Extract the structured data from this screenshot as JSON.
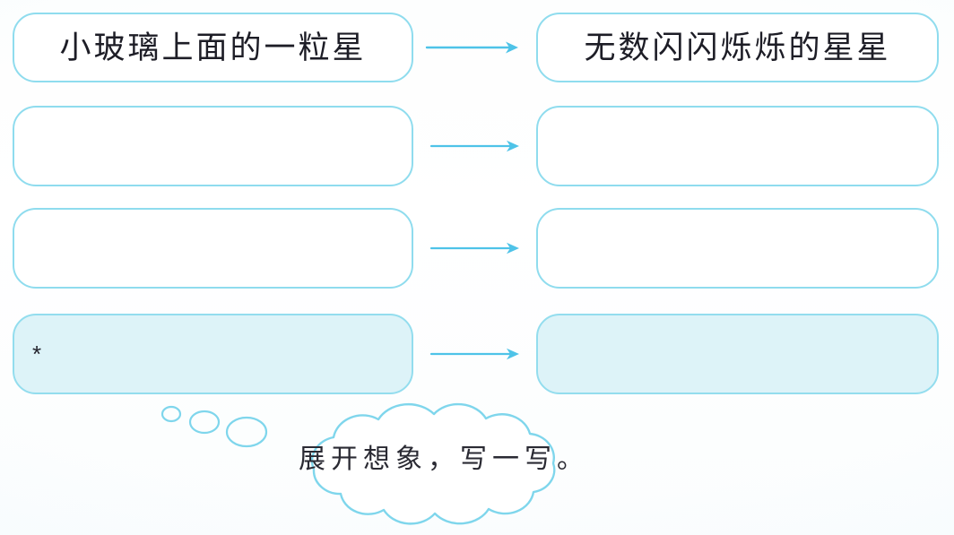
{
  "page": {
    "title": "展开想象，写一写。",
    "background_color": "#ffffff",
    "accent_color": "#8fdcee",
    "fill_color": "#ddf3f8",
    "text_color": "#1d1d26"
  },
  "rows": [
    {
      "index": 1,
      "left": {
        "text": "小玻璃上面的一粒星",
        "filled": false,
        "marker": ""
      },
      "arrow": {
        "icon": "arrow-right-icon",
        "color": "#4ec3e8"
      },
      "right": {
        "text": "无数闪闪烁烁的星星",
        "filled": false,
        "marker": ""
      }
    },
    {
      "index": 2,
      "left": {
        "text": "",
        "filled": false,
        "marker": ""
      },
      "arrow": {
        "icon": "arrow-right-icon",
        "color": "#4ec3e8"
      },
      "right": {
        "text": "",
        "filled": false,
        "marker": ""
      }
    },
    {
      "index": 3,
      "left": {
        "text": "",
        "filled": false,
        "marker": ""
      },
      "arrow": {
        "icon": "arrow-right-icon",
        "color": "#4ec3e8"
      },
      "right": {
        "text": "",
        "filled": false,
        "marker": ""
      }
    },
    {
      "index": 4,
      "left": {
        "text": "",
        "filled": true,
        "marker": "*"
      },
      "arrow": {
        "icon": "arrow-right-icon",
        "color": "#4ec3e8"
      },
      "right": {
        "text": "",
        "filled": true,
        "marker": ""
      }
    }
  ],
  "thought_bubble": {
    "text": "展开想象，写一写。",
    "icon": "thought-cloud-icon",
    "outline_color": "#7fd6ec",
    "tail_bubbles": 3
  }
}
